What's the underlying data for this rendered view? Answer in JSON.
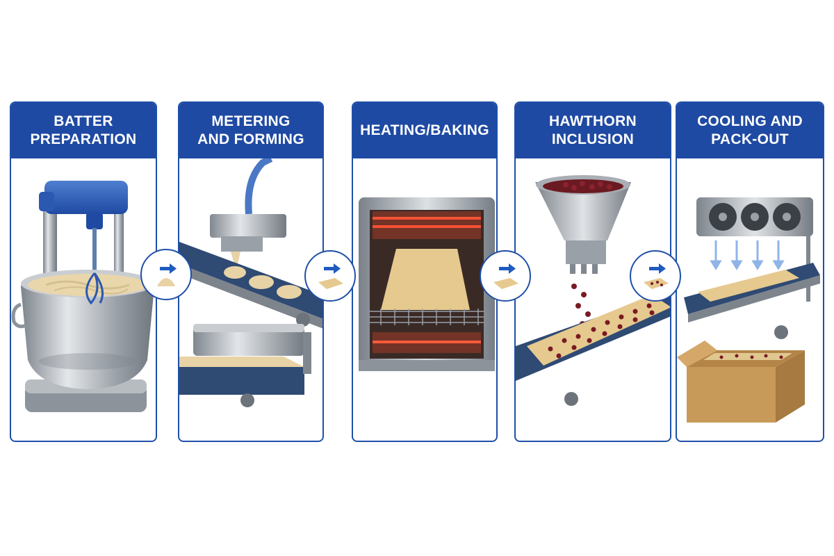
{
  "stages": [
    {
      "title": "BATTER\nPREPARATION"
    },
    {
      "title": "METERING\nAND FORMING"
    },
    {
      "title": "HEATING/BAKING"
    },
    {
      "title": "HAWTHORN\nINCLUSION"
    },
    {
      "title": "COOLING AND\nPACK-OUT"
    }
  ],
  "colors": {
    "header_blue": "#1f4aa3",
    "arrow_blue": "#1f5bbf",
    "conveyor_belt": "#2f4a73",
    "steel": "#a9aeb4",
    "dough": "#e8d3a6",
    "heating_element": "#e0462a",
    "hawthorn": "#7a1a22",
    "carton": "#c89a5a"
  },
  "icons": [
    "stand-mixer-icon",
    "depositor-icon",
    "sheeter-icon",
    "tunnel-oven-icon",
    "hopper-icon",
    "cooling-fan-icon",
    "conveyor-icon",
    "carton-icon",
    "right-arrow-icon"
  ]
}
